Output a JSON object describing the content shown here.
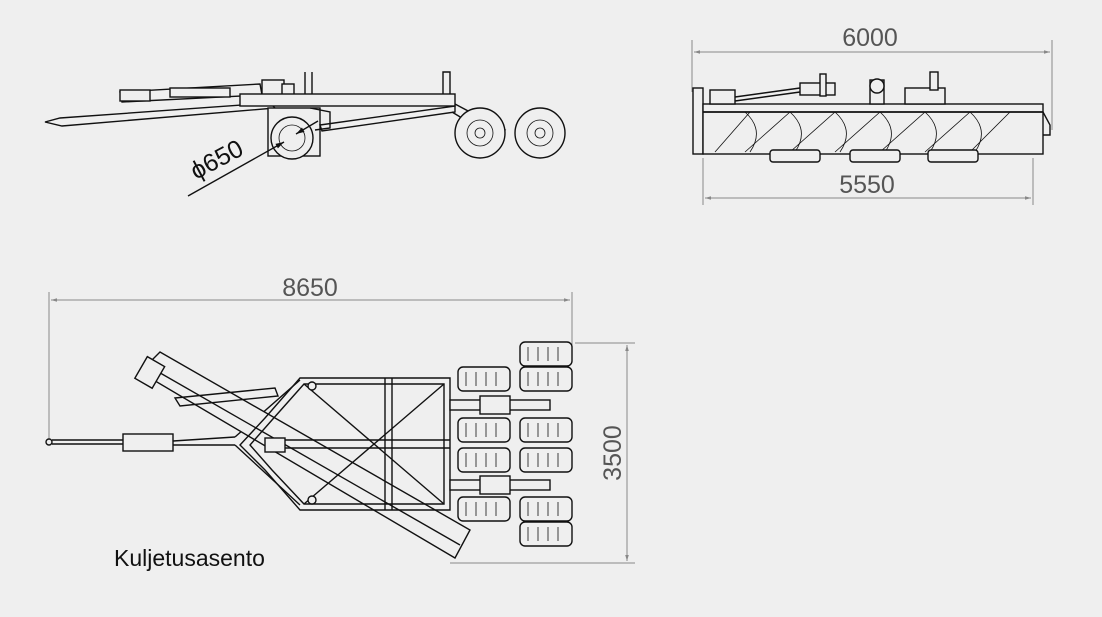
{
  "dimensions": {
    "top_width": "6000",
    "bottom_width": "5550",
    "length": "8650",
    "height": "3500",
    "diameter": "ϕ650"
  },
  "caption": "Kuljetusasento",
  "colors": {
    "background": "#efefef",
    "line": "#111111",
    "dimension": "#888888"
  }
}
